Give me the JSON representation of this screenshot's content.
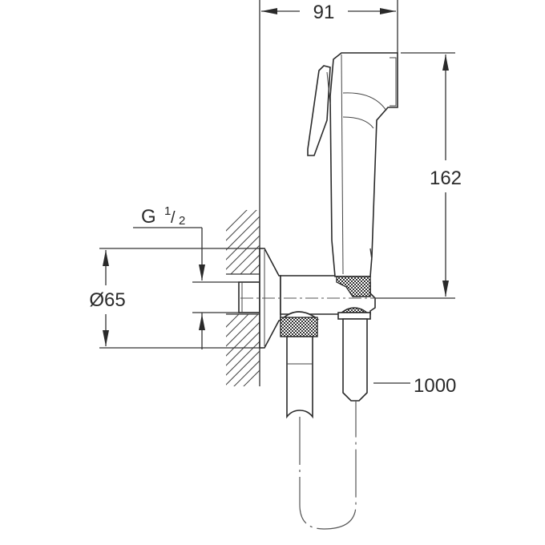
{
  "drawing": {
    "title": "Bidet hand shower set with wall outlet elbow - dimensional drawing",
    "units": "mm",
    "colors": {
      "line": "#2a2a2a",
      "background": "#ffffff"
    }
  },
  "dimensions": {
    "width_total": {
      "label": "91",
      "description": "wall to hand shower outlet face"
    },
    "hand_shower_height": {
      "label": "162",
      "description": "top of hand shower to centerline of outlet"
    },
    "flange_diameter": {
      "label": "Ø65",
      "symbol": "Ø",
      "value": "65"
    },
    "thread": {
      "label": "G",
      "fraction_num": "1",
      "fraction_sep": "/",
      "fraction_den": "2"
    },
    "hose_length": {
      "label": "1000"
    }
  },
  "components": [
    {
      "name": "wall",
      "hatched": true
    },
    {
      "name": "wall-flange-rosette"
    },
    {
      "name": "threaded-connector"
    },
    {
      "name": "outlet-elbow-body"
    },
    {
      "name": "hand-shower"
    },
    {
      "name": "hand-shower-lever"
    },
    {
      "name": "hose-nut-left",
      "knurled": true
    },
    {
      "name": "hose-nut-right",
      "knurled": true
    },
    {
      "name": "hose"
    }
  ]
}
